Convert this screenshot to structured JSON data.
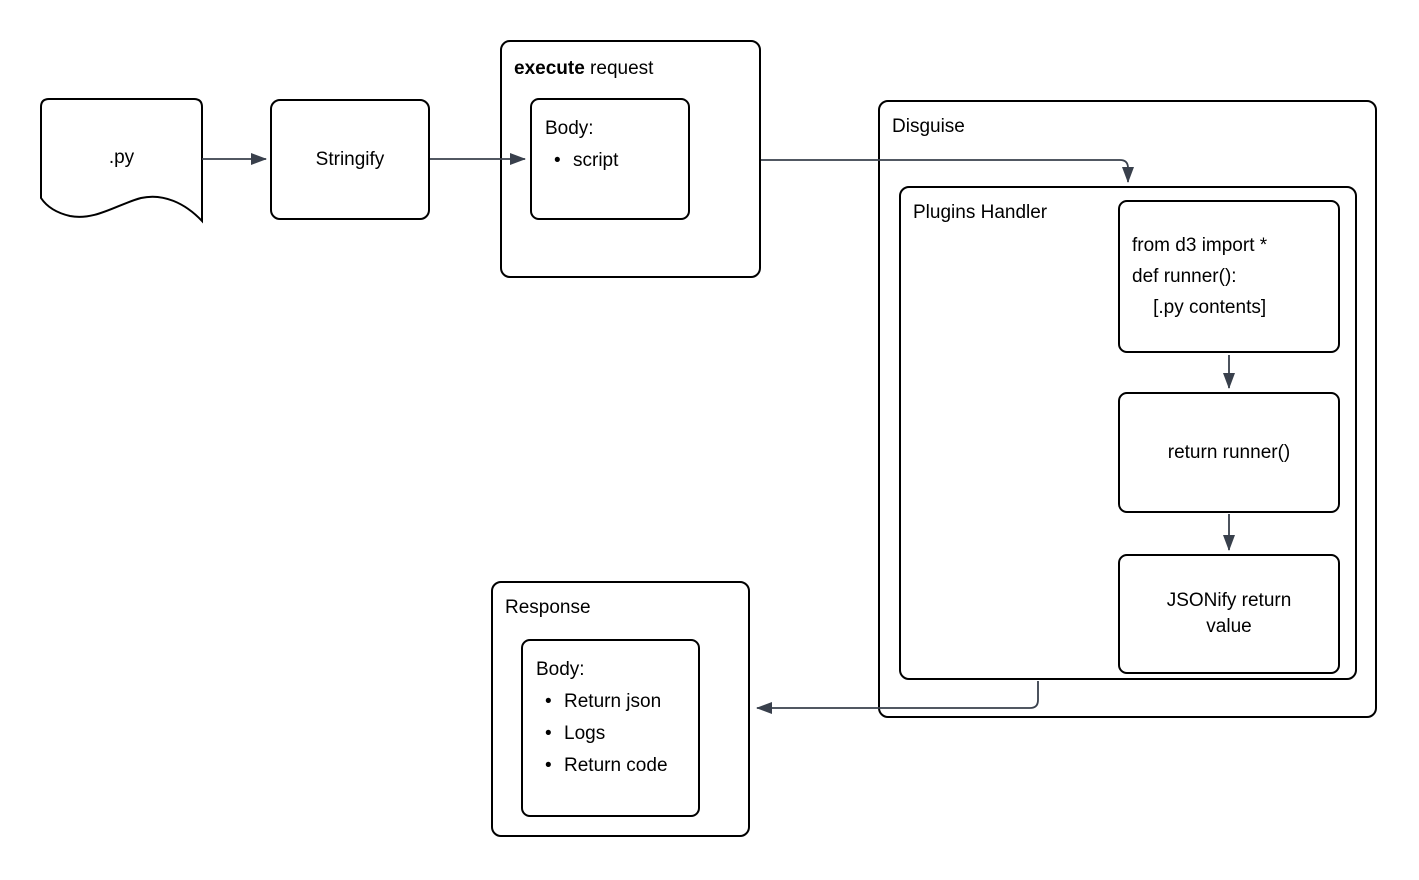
{
  "diagram": {
    "py_file": {
      "label": ".py"
    },
    "stringify": {
      "label": "Stringify"
    },
    "execute_request": {
      "title_bold": "execute",
      "title_rest": " request",
      "body": {
        "title": "Body:",
        "items": [
          "script"
        ]
      }
    },
    "disguise": {
      "label": "Disguise"
    },
    "plugins_handler": {
      "label": "Plugins Handler"
    },
    "code_snippet": {
      "lines": [
        "from d3 import *",
        "def runner():",
        "    [.py contents]"
      ]
    },
    "return_runner": {
      "label": "return runner()"
    },
    "jsonify": {
      "label": "JSONify return value"
    },
    "response": {
      "label": "Response",
      "body": {
        "title": "Body:",
        "items": [
          "Return json",
          "Logs",
          "Return code"
        ]
      }
    }
  },
  "colors": {
    "box_border": "#000000",
    "box_fill": "#ffffff",
    "arrow": "#39404c",
    "text": "#000000",
    "background": "#ffffff"
  }
}
